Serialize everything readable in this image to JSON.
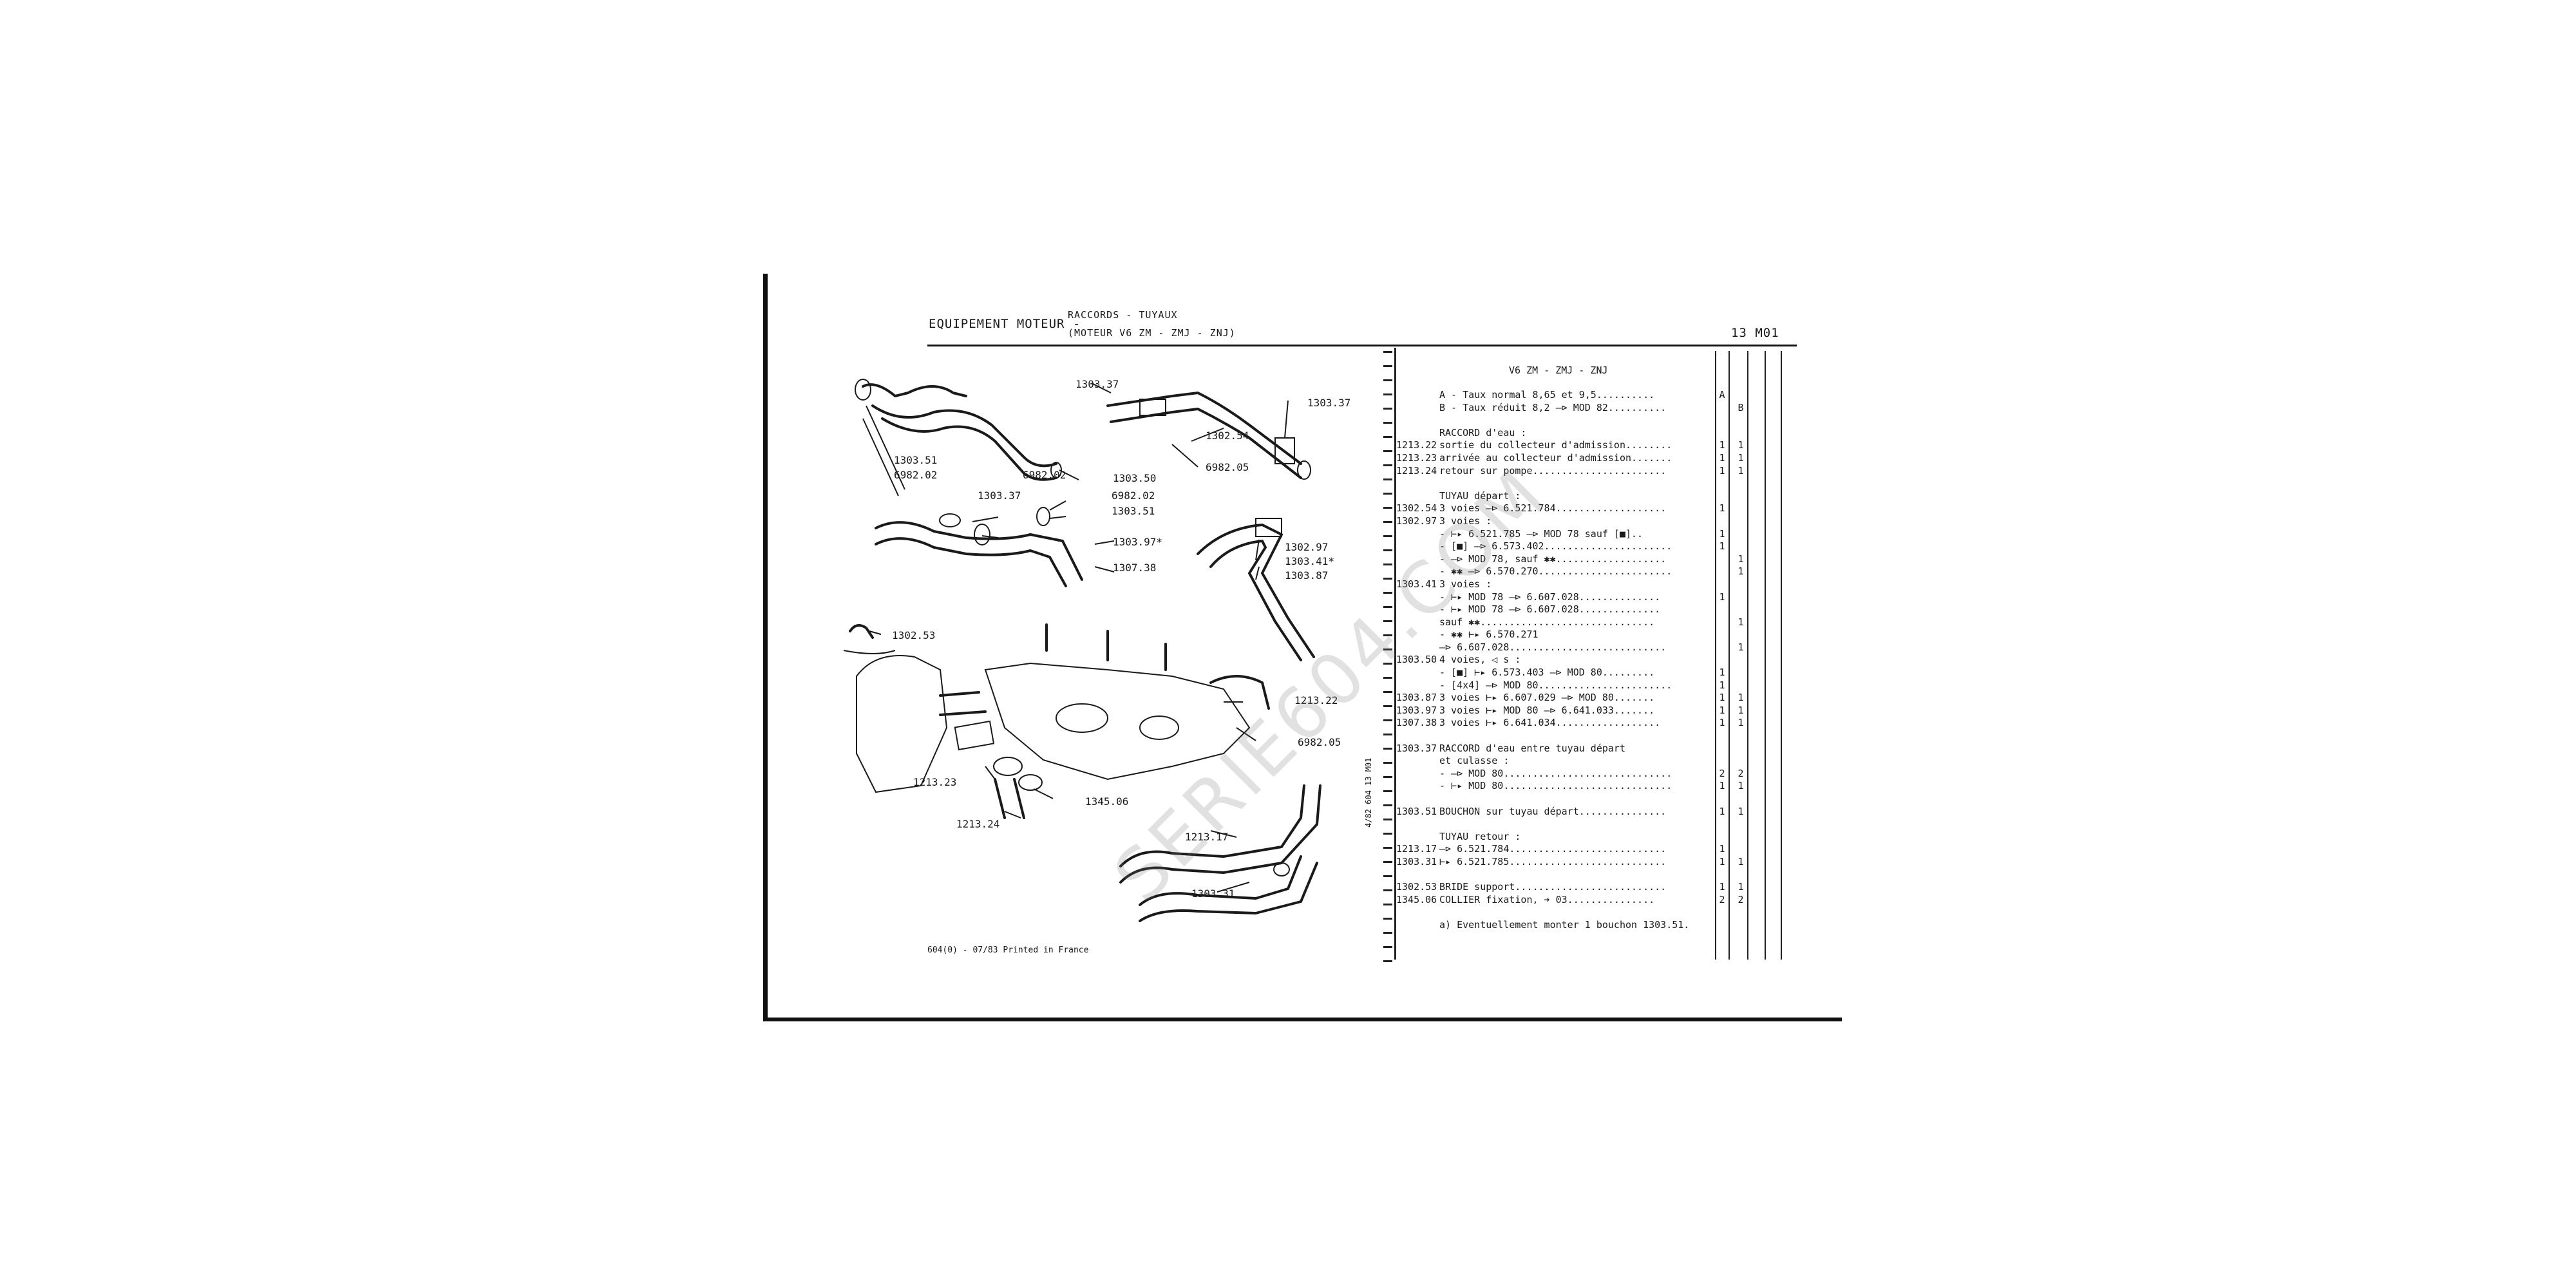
{
  "header": {
    "section": "EQUIPEMENT MOTEUR -",
    "subtitle_line1": "RACCORDS - TUYAUX",
    "subtitle_line2": "(MOTEUR V6 ZM - ZMJ - ZNJ)",
    "page_code": "13 M01"
  },
  "parts_table": {
    "heading": "V6 ZM - ZMJ - ZNJ",
    "rows": [
      {
        "ref": "",
        "desc": "A - Taux normal 8,65 et 9,5..........",
        "qa": "A",
        "qb": ""
      },
      {
        "ref": "",
        "desc": "B - Taux réduit 8,2 —⊳ MOD 82..........",
        "qa": "",
        "qb": "B"
      },
      {
        "ref": "",
        "desc": "",
        "qa": "",
        "qb": ""
      },
      {
        "ref": "",
        "desc": "RACCORD d'eau :",
        "qa": "",
        "qb": ""
      },
      {
        "ref": "1213.22",
        "desc": "sortie du collecteur d'admission........",
        "qa": "1",
        "qb": "1"
      },
      {
        "ref": "1213.23",
        "desc": "arrivée au collecteur d'admission.......",
        "qa": "1",
        "qb": "1"
      },
      {
        "ref": "1213.24",
        "desc": "retour sur pompe.......................",
        "qa": "1",
        "qb": "1"
      },
      {
        "ref": "",
        "desc": "",
        "qa": "",
        "qb": ""
      },
      {
        "ref": "",
        "desc": "TUYAU départ :",
        "qa": "",
        "qb": ""
      },
      {
        "ref": "1302.54",
        "desc": "3 voies —⊳ 6.521.784...................",
        "qa": "1",
        "qb": ""
      },
      {
        "ref": "1302.97",
        "desc": "3 voies :",
        "qa": "",
        "qb": ""
      },
      {
        "ref": "",
        "desc": "- ⊢▸ 6.521.785 —⊳ MOD 78 sauf [■]..",
        "qa": "1",
        "qb": ""
      },
      {
        "ref": "",
        "desc": "- [■] —⊳ 6.573.402......................",
        "qa": "1",
        "qb": ""
      },
      {
        "ref": "",
        "desc": "- —⊳ MOD 78, sauf ✱✱...................",
        "qa": "",
        "qb": "1"
      },
      {
        "ref": "",
        "desc": "- ✱✱ —⊳ 6.570.270.......................",
        "qa": "",
        "qb": "1"
      },
      {
        "ref": "1303.41",
        "desc": "3 voies :",
        "qa": "",
        "qb": ""
      },
      {
        "ref": "",
        "desc": "- ⊢▸ MOD 78 —⊳ 6.607.028..............",
        "qa": "1",
        "qb": ""
      },
      {
        "ref": "",
        "desc": "- ⊢▸ MOD 78 —⊳ 6.607.028..............",
        "qa": "",
        "qb": ""
      },
      {
        "ref": "",
        "desc": "sauf ✱✱..............................",
        "qa": "",
        "qb": "1"
      },
      {
        "ref": "",
        "desc": "- ✱✱ ⊢▸ 6.570.271",
        "qa": "",
        "qb": ""
      },
      {
        "ref": "",
        "desc": "—⊳ 6.607.028...........................",
        "qa": "",
        "qb": "1"
      },
      {
        "ref": "1303.50",
        "desc": "4 voies, ◁ s :",
        "qa": "",
        "qb": ""
      },
      {
        "ref": "",
        "desc": "- [■] ⊢▸ 6.573.403 —⊳ MOD 80.........",
        "qa": "1",
        "qb": ""
      },
      {
        "ref": "",
        "desc": "- [4x4] —⊳ MOD 80.......................",
        "qa": "1",
        "qb": ""
      },
      {
        "ref": "1303.87",
        "desc": "3 voies ⊢▸ 6.607.029 —⊳ MOD 80.......",
        "qa": "1",
        "qb": "1"
      },
      {
        "ref": "1303.97",
        "desc": "3 voies ⊢▸ MOD 80 —⊳ 6.641.033.......",
        "qa": "1",
        "qb": "1"
      },
      {
        "ref": "1307.38",
        "desc": "3 voies ⊢▸ 6.641.034..................",
        "qa": "1",
        "qb": "1"
      },
      {
        "ref": "",
        "desc": "",
        "qa": "",
        "qb": ""
      },
      {
        "ref": "1303.37",
        "desc": "RACCORD d'eau entre tuyau départ",
        "qa": "",
        "qb": ""
      },
      {
        "ref": "",
        "desc": "et culasse :",
        "qa": "",
        "qb": ""
      },
      {
        "ref": "",
        "desc": "- —⊳ MOD 80.............................",
        "qa": "2",
        "qb": "2"
      },
      {
        "ref": "",
        "desc": "- ⊢▸ MOD 80.............................",
        "qa": "1",
        "qb": "1"
      },
      {
        "ref": "",
        "desc": "",
        "qa": "",
        "qb": ""
      },
      {
        "ref": "1303.51",
        "desc": "BOUCHON sur tuyau départ...............",
        "qa": "1",
        "qb": "1"
      },
      {
        "ref": "",
        "desc": "",
        "qa": "",
        "qb": ""
      },
      {
        "ref": "",
        "desc": "TUYAU retour :",
        "qa": "",
        "qb": ""
      },
      {
        "ref": "1213.17",
        "desc": "—⊳ 6.521.784...........................",
        "qa": "1",
        "qb": ""
      },
      {
        "ref": "1303.31",
        "desc": "⊢▸ 6.521.785...........................",
        "qa": "1",
        "qb": "1"
      },
      {
        "ref": "",
        "desc": "",
        "qa": "",
        "qb": ""
      },
      {
        "ref": "1302.53",
        "desc": "BRIDE support..........................",
        "qa": "1",
        "qb": "1"
      },
      {
        "ref": "1345.06",
        "desc": "COLLIER fixation, ➔ 03...............",
        "qa": "2",
        "qb": "2"
      },
      {
        "ref": "",
        "desc": "",
        "qa": "",
        "qb": ""
      },
      {
        "ref": "",
        "desc": "a) Eventuellement monter 1 bouchon 1303.51.",
        "qa": "",
        "qb": ""
      }
    ]
  },
  "callouts": {
    "c1": "1303.37",
    "c2": "1303.37",
    "c3": "1302.54",
    "c4": "6982.05",
    "c5": "1303.51",
    "c6": "6982.02",
    "c7": "1303.50",
    "c8": "6982.02",
    "c9": "1303.37",
    "c10": "6982.02",
    "c11": "1303.51",
    "c12": "1303.97*",
    "c13": "1307.38",
    "c14": "1302.97",
    "c15": "1303.41*",
    "c16": "1303.87",
    "c17": "1302.53",
    "c18": "1213.22",
    "c19": "6982.05",
    "c20": "1213.23",
    "c21": "1345.06",
    "c22": "1213.24",
    "c23": "1213.17",
    "c24": "1303.31"
  },
  "footer": {
    "print_info": "604(0) - 07/83 Printed in France",
    "side_code": "4/82 604 13 M01"
  },
  "watermark": "SERIE604.COM"
}
